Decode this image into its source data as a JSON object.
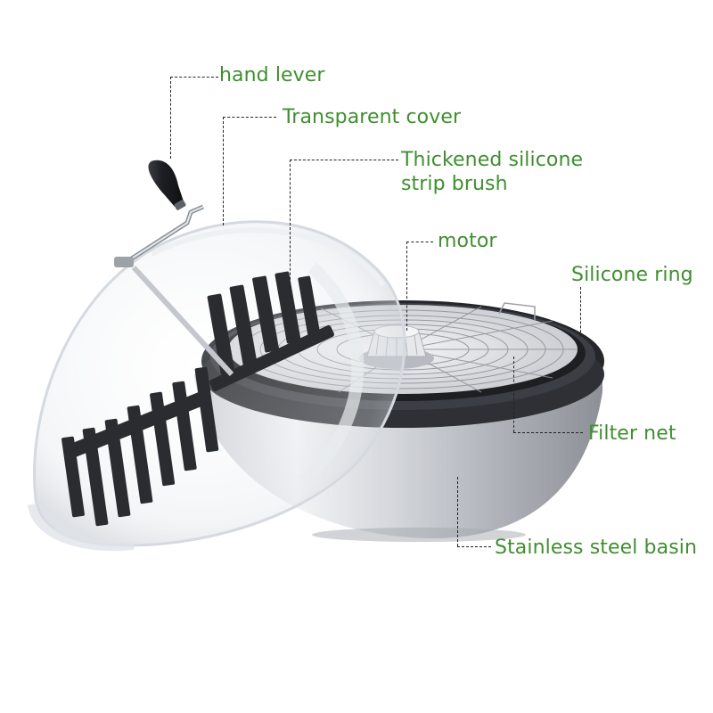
{
  "figure": {
    "title": "Bowl leaf trimmer parts diagram",
    "label_color": "#3f8f2f",
    "leader_color": "#222222"
  },
  "labels": {
    "hand_lever": "hand lever",
    "transparent_cover": "Transparent cover",
    "brush_line1": "Thickened silicone",
    "brush_line2": "strip brush",
    "motor": "motor",
    "silicone_ring": "Silicone ring",
    "filter_net": "Filter net",
    "basin": "Stainless steel basin"
  },
  "product": {
    "parts": [
      "hand-lever",
      "transparent-cover",
      "silicone-strip-brush",
      "motor",
      "silicone-ring",
      "filter-net",
      "stainless-steel-basin"
    ],
    "colors": {
      "silicone": "#2b2d31",
      "steel_light": "#e9ebee",
      "steel_dark": "#9a9ea4",
      "cover": "#f4f6f8",
      "knob": "#1f2024"
    }
  }
}
